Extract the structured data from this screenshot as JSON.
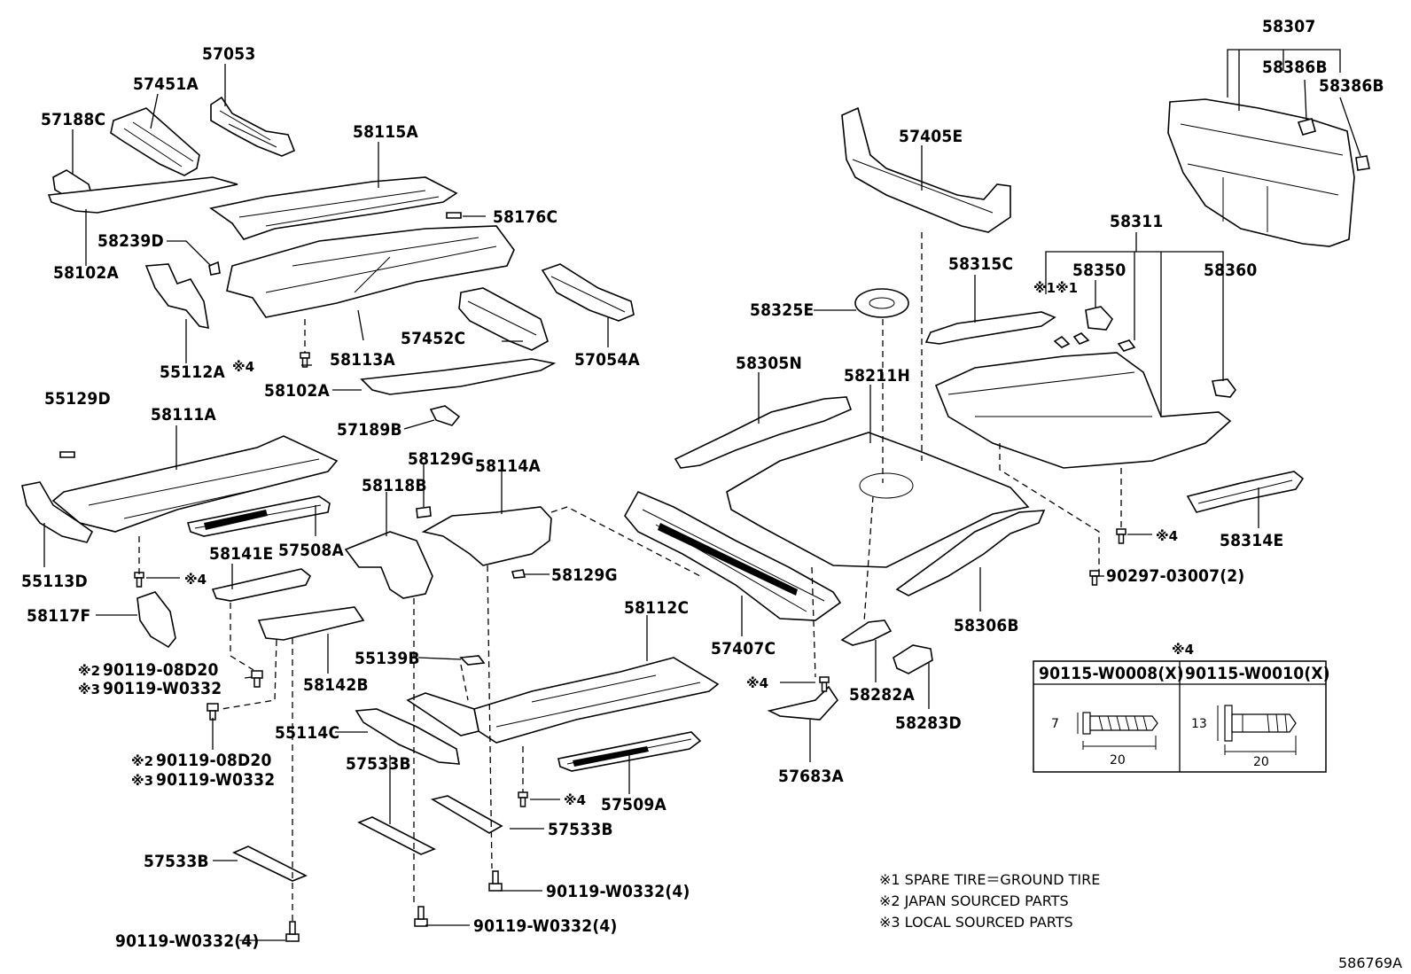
{
  "labels": {
    "p57053": "57053",
    "p57451A": "57451A",
    "p57188C": "57188C",
    "p58115A": "58115A",
    "p58176C": "58176C",
    "p58239D": "58239D",
    "p58102A_top": "58102A",
    "p55112A": "55112A",
    "p58113A": "58113A",
    "p57452C": "57452C",
    "p57054A": "57054A",
    "p58102A_mid": "58102A",
    "p57189B": "57189B",
    "p55129D": "55129D",
    "p58111A": "58111A",
    "p55113D": "55113D",
    "p57508A": "57508A",
    "p58141E": "58141E",
    "p58117F": "58117F",
    "p58129G_top": "58129G",
    "p58114A": "58114A",
    "p58118B": "58118B",
    "p58129G_right": "58129G",
    "p58142B": "58142B",
    "p55139B": "55139B",
    "p58112C": "58112C",
    "p55114C": "55114C",
    "p57533B_a": "57533B",
    "p57533B_b": "57533B",
    "p57533B_c": "57533B",
    "p57509A": "57509A",
    "p57405E": "57405E",
    "p58325E": "58325E",
    "p58305N": "58305N",
    "p58211H": "58211H",
    "p58315C": "58315C",
    "p58350": "58350",
    "p58311": "58311",
    "p58360": "58360",
    "p58307": "58307",
    "p58386B_a": "58386B",
    "p58386B_b": "58386B",
    "p58314E": "58314E",
    "p58306B": "58306B",
    "p57407C": "57407C",
    "p58282A": "58282A",
    "p58283D": "58283D",
    "p57683A": "57683A",
    "p90297": "90297-03007(2)",
    "p90119_w4_a": "90119-W0332(4)",
    "p90119_w4_b": "90119-W0332(4)",
    "p90119_w4_c": "90119-W0332(4)",
    "note_x1x1": "※1※1",
    "mark_x4": "※4",
    "mark_x2": "※2",
    "mark_x3": "※3",
    "p90119_08D20": "90119-08D20",
    "p90119_W0332": "90119-W0332",
    "diagram_id": "586769A"
  },
  "fastener_table": {
    "title": "※4",
    "col1_header": "90115-W0008(X)",
    "col2_header": "90115-W0010(X)",
    "col1_dim_height": "7",
    "col1_dim_length": "20",
    "col2_dim_height": "13",
    "col2_dim_length": "20"
  },
  "notes": [
    "※1 SPARE TIRE＝GROUND TIRE",
    "※2 JAPAN SOURCED PARTS",
    "※3 LOCAL SOURCED PARTS"
  ]
}
